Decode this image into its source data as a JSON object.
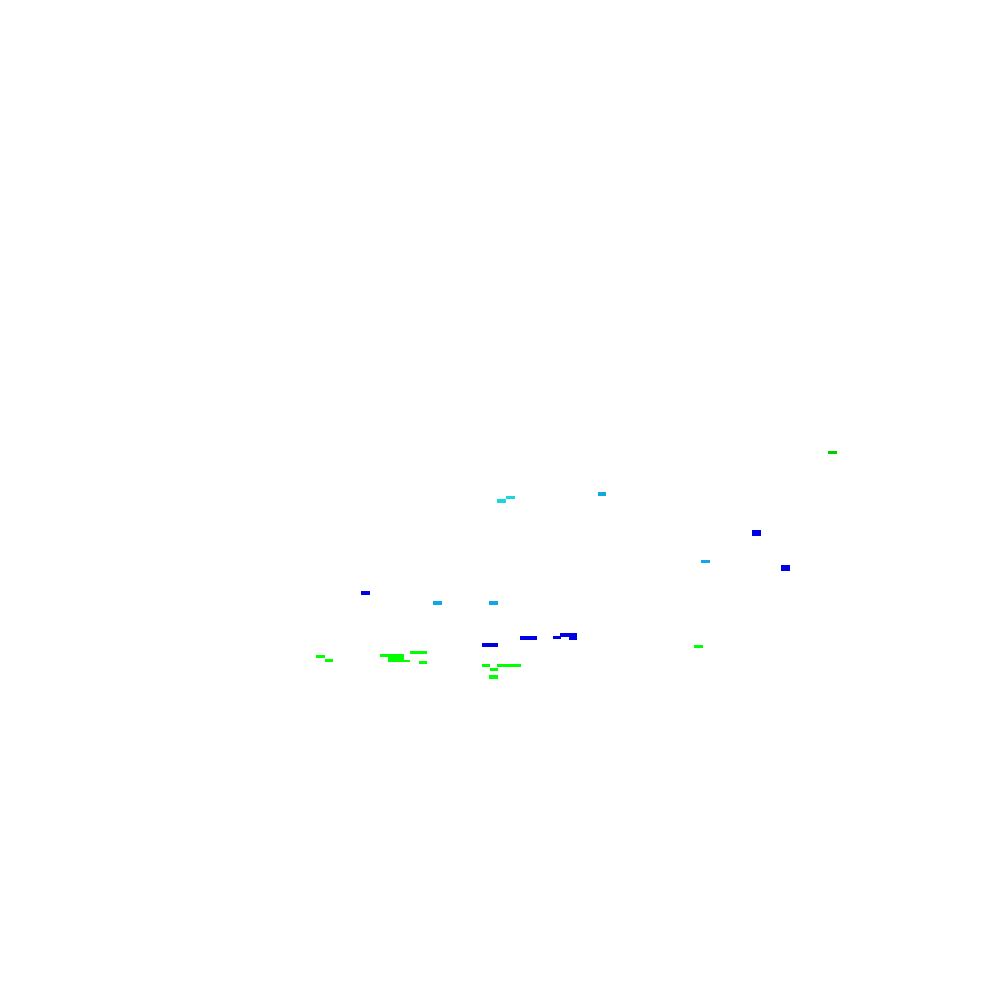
{
  "colors": {
    "background": "#ffffff",
    "bright_green": "#00ff00",
    "green": "#00cc00",
    "cyan": "#1ad6e0",
    "sky_blue": "#11a6e6",
    "blue": "#0000e6"
  },
  "mark_groups": [
    {
      "name": "bright-green-marks",
      "color": "bright_green",
      "count": 15
    },
    {
      "name": "green-marks",
      "color": "green",
      "count": 1
    },
    {
      "name": "cyan-marks",
      "color": "cyan",
      "count": 2
    },
    {
      "name": "sky-blue-marks",
      "color": "sky_blue",
      "count": 4
    },
    {
      "name": "blue-marks",
      "color": "blue",
      "count": 9
    }
  ]
}
